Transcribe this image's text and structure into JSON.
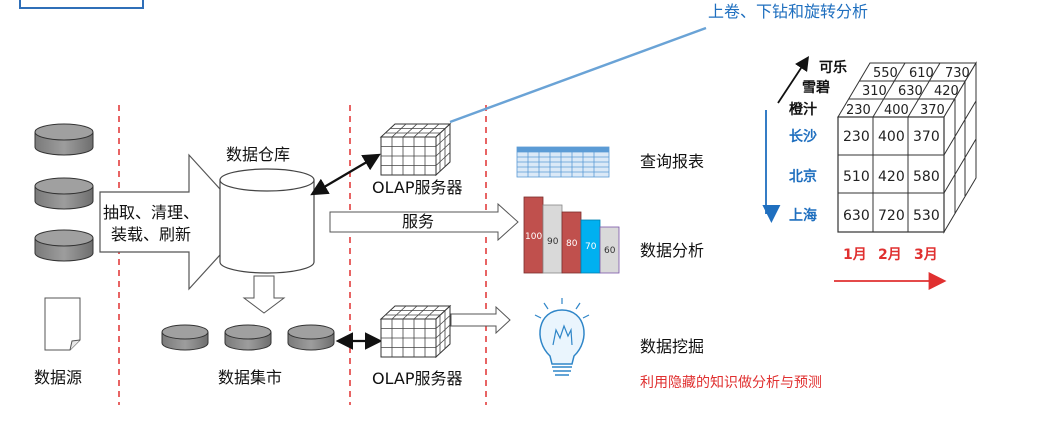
{
  "labels": {
    "data_source": "数据源",
    "extract": "抽取、清理、",
    "load": "装载、刷新",
    "warehouse": "数据仓库",
    "datamart": "数据集市",
    "olap_top": "OLAP服务器",
    "olap_bottom": "OLAP服务器",
    "service": "服务",
    "query_report": "查询报表",
    "data_analysis": "数据分析",
    "data_mining": "数据挖掘",
    "mining_desc": "利用隐藏的知识做分析与预测",
    "rollup": "上卷、下钻和旋转分析"
  },
  "bars": [
    "100",
    "90",
    "80",
    "70",
    "60"
  ],
  "cube": {
    "products": [
      "可乐",
      "雪碧",
      "橙汁"
    ],
    "cities": [
      "长沙",
      "北京",
      "上海"
    ],
    "months": [
      "1月",
      "2月",
      "3月"
    ],
    "front": [
      [
        "230",
        "400",
        "370"
      ],
      [
        "510",
        "420",
        "580"
      ],
      [
        "630",
        "720",
        "530"
      ]
    ],
    "top_row1": [
      "550",
      "610",
      "730"
    ],
    "top_row2": [
      "310",
      "630",
      "420"
    ],
    "top_row3": [
      "230",
      "400",
      "370"
    ]
  },
  "colors": {
    "blue": "#1f6fbf",
    "red": "#e03030",
    "dashed": "#e03030"
  }
}
